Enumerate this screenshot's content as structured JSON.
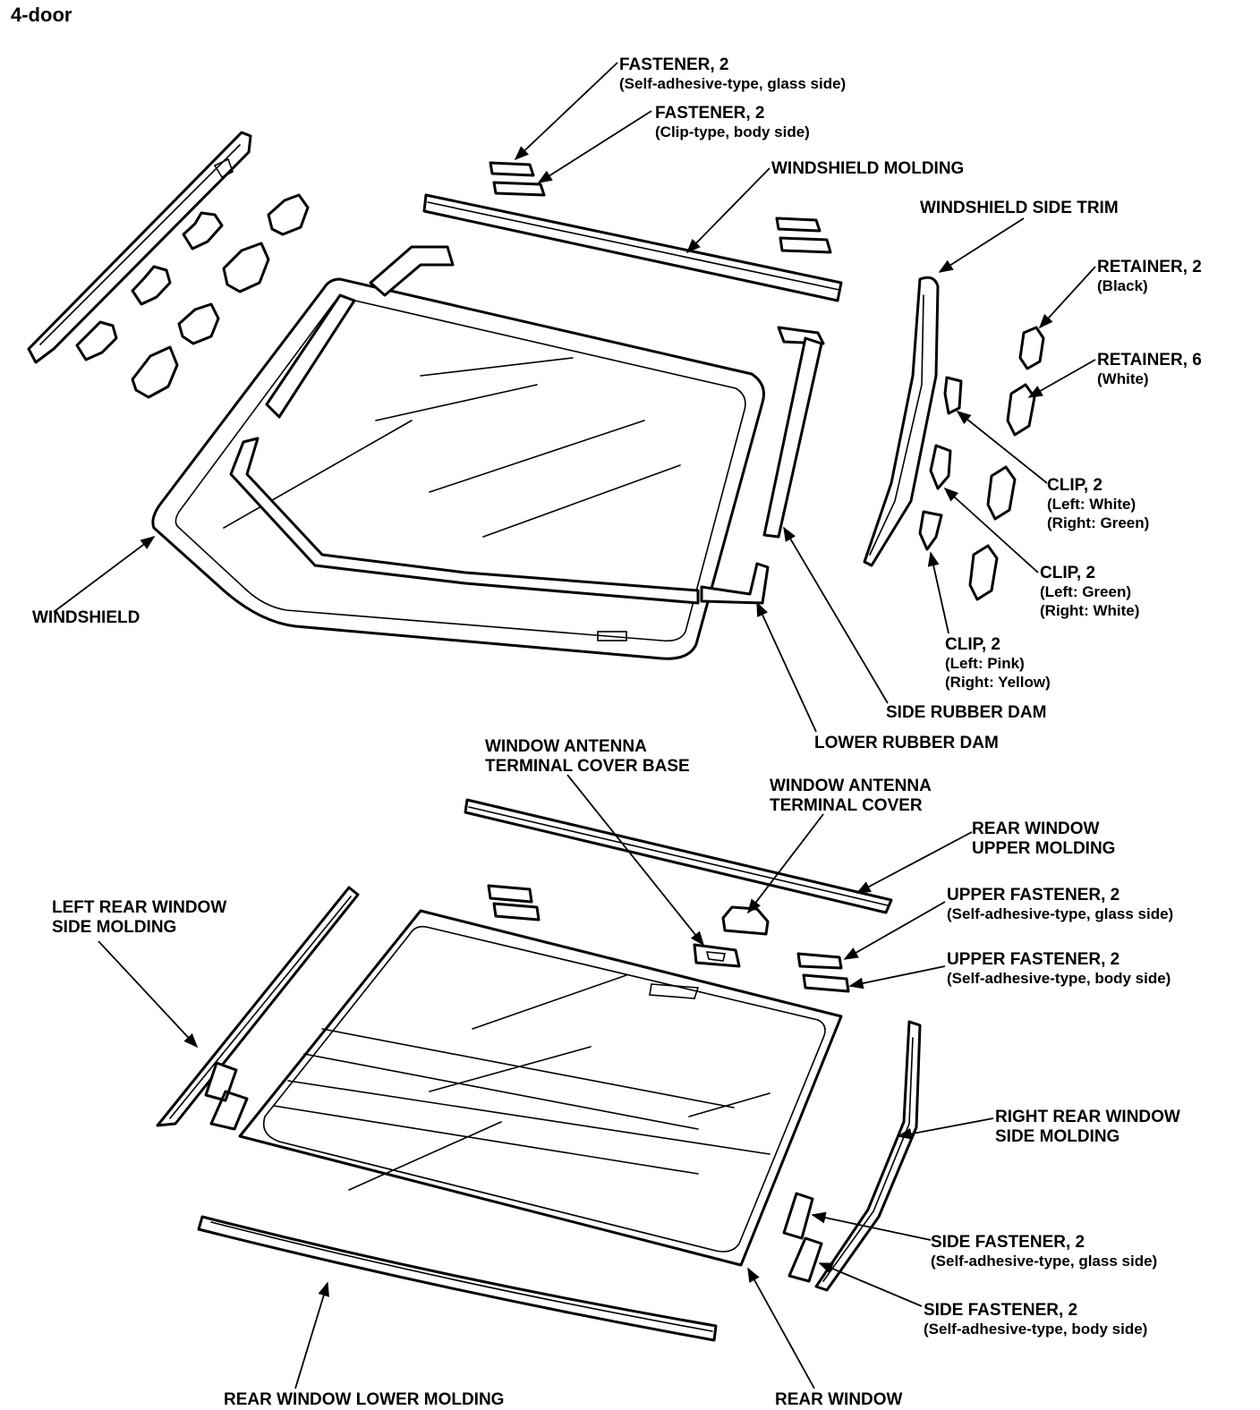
{
  "title": "4-door",
  "labels": {
    "fastener_glass": {
      "name": "FASTENER, 2",
      "note": "(Self-adhesive-type, glass side)"
    },
    "fastener_body": {
      "name": "FASTENER, 2",
      "note": "(Clip-type, body side)"
    },
    "windshield_molding": "WINDSHIELD MOLDING",
    "windshield_side_trim": "WINDSHIELD SIDE TRIM",
    "retainer_black": {
      "name": "RETAINER, 2",
      "note": "(Black)"
    },
    "retainer_white": {
      "name": "RETAINER, 6",
      "note": "(White)"
    },
    "clip_1": {
      "name": "CLIP, 2",
      "left": "(Left: White)",
      "right": "(Right: Green)"
    },
    "clip_2": {
      "name": "CLIP, 2",
      "left": "(Left: Green)",
      "right": "(Right: White)"
    },
    "clip_3": {
      "name": "CLIP, 2",
      "left": "(Left: Pink)",
      "right": "(Right: Yellow)"
    },
    "windshield": "WINDSHIELD",
    "side_rubber_dam": "SIDE RUBBER DAM",
    "lower_rubber_dam": "LOWER RUBBER DAM",
    "antenna_cover_base": {
      "line1": "WINDOW ANTENNA",
      "line2": "TERMINAL COVER BASE"
    },
    "antenna_cover": {
      "line1": "WINDOW ANTENNA",
      "line2": "TERMINAL COVER"
    },
    "rear_upper_molding": {
      "line1": "REAR WINDOW",
      "line2": "UPPER MOLDING"
    },
    "upper_fastener_glass": {
      "name": "UPPER FASTENER, 2",
      "note": "(Self-adhesive-type, glass side)"
    },
    "upper_fastener_body": {
      "name": "UPPER FASTENER, 2",
      "note": "(Self-adhesive-type, body side)"
    },
    "left_rear_side_molding": {
      "line1": "LEFT REAR WINDOW",
      "line2": "SIDE MOLDING"
    },
    "right_rear_side_molding": {
      "line1": "RIGHT REAR WINDOW",
      "line2": "SIDE MOLDING"
    },
    "side_fastener_glass": {
      "name": "SIDE FASTENER, 2",
      "note": "(Self-adhesive-type, glass side)"
    },
    "side_fastener_body": {
      "name": "SIDE FASTENER, 2",
      "note": "(Self-adhesive-type, body side)"
    },
    "rear_lower_molding": "REAR WINDOW LOWER MOLDING",
    "rear_window": "REAR WINDOW"
  }
}
